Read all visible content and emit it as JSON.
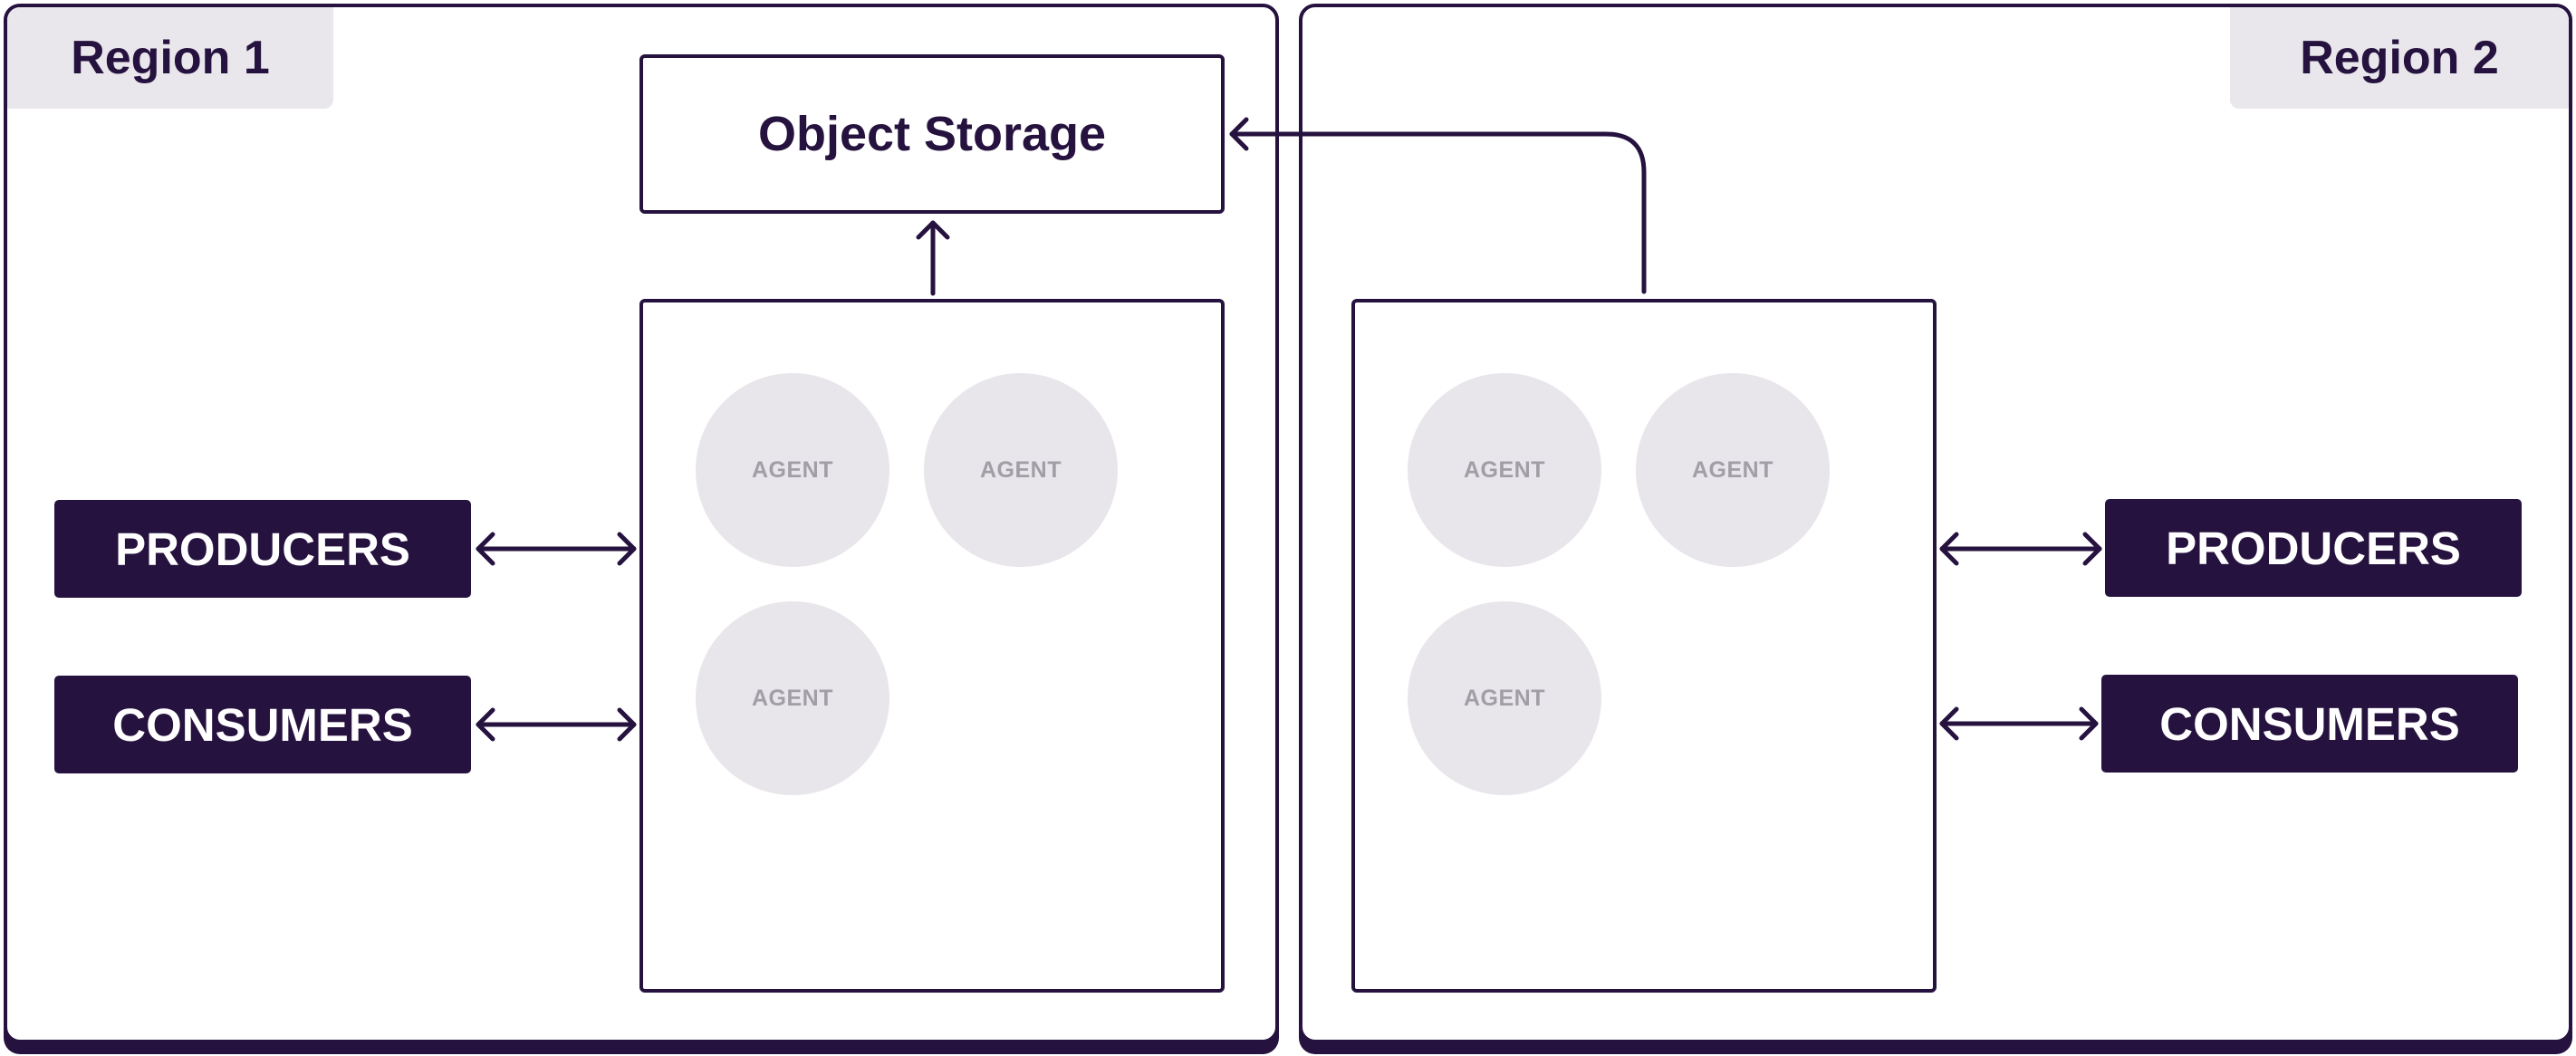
{
  "regions": [
    {
      "label": "Region 1"
    },
    {
      "label": "Region 2"
    }
  ],
  "object_storage": {
    "label": "Object Storage"
  },
  "cluster_1": {
    "agents": [
      "AGENT",
      "AGENT",
      "AGENT"
    ]
  },
  "cluster_2": {
    "agents": [
      "AGENT",
      "AGENT",
      "AGENT"
    ]
  },
  "clients_1": {
    "producers": "PRODUCERS",
    "consumers": "CONSUMERS"
  },
  "clients_2": {
    "producers": "PRODUCERS",
    "consumers": "CONSUMERS"
  },
  "colors": {
    "primary": "#26123f",
    "label_bg": "#e9e7ec",
    "agent_bg": "#e8e6ea",
    "agent_text": "#a19fa6"
  }
}
